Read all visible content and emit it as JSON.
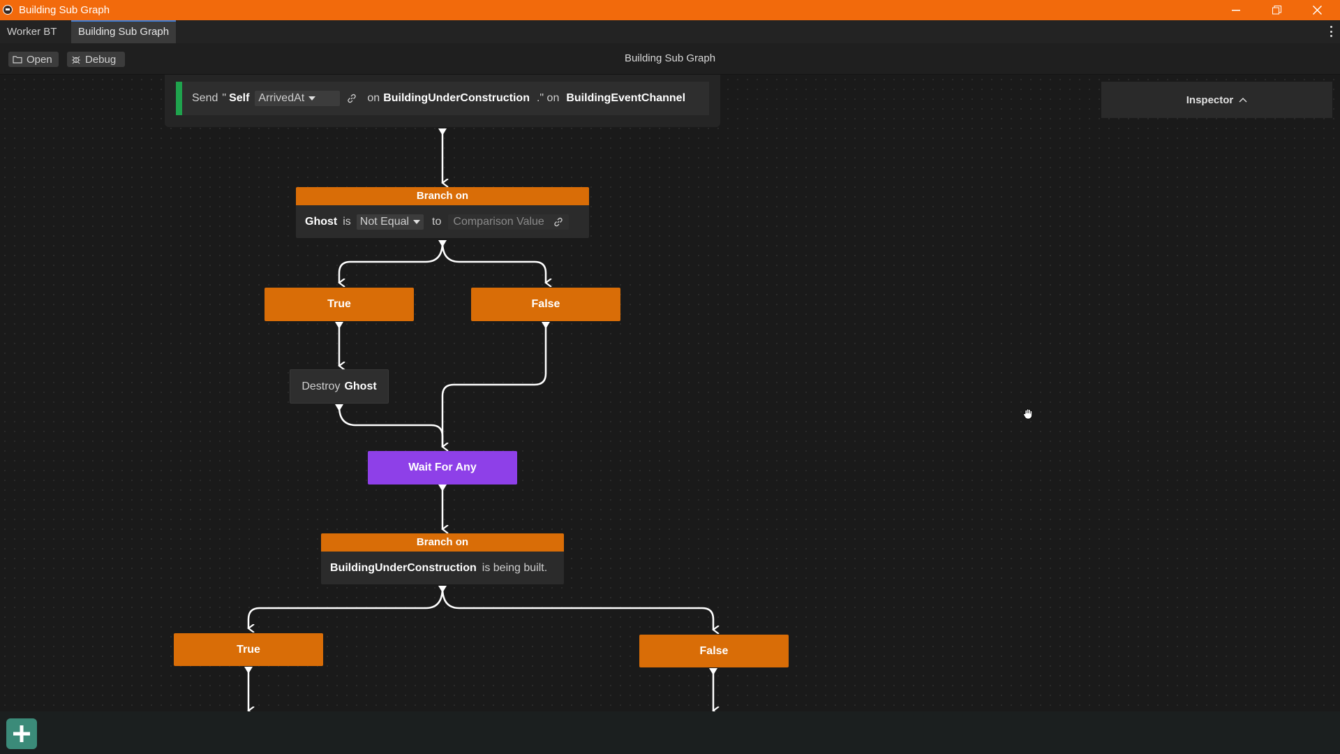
{
  "window": {
    "title": "Building Sub Graph"
  },
  "tabs": [
    {
      "label": "Worker BT"
    },
    {
      "label": "Building Sub Graph"
    }
  ],
  "toolbar": {
    "open_label": "Open",
    "debug_label": "Debug",
    "center_title": "Building Sub Graph"
  },
  "inspector": {
    "label": "Inspector"
  },
  "send_node": {
    "send": "Send",
    "quote_open": "\"",
    "self": "Self",
    "message": "ArrivedAt",
    "on1": "on",
    "target": "BuildingUnderConstruction",
    "quote_close": ".\" on",
    "channel": "BuildingEventChannel"
  },
  "branch1": {
    "header": "Branch on",
    "var": "Ghost",
    "is": "is",
    "operator": "Not Equal",
    "to": "to",
    "compare_placeholder": "Comparison Value"
  },
  "branch1_true": "True",
  "branch1_false": "False",
  "destroy_node": {
    "verb": "Destroy",
    "target": "Ghost"
  },
  "wait_node": "Wait For Any",
  "branch2": {
    "header": "Branch on",
    "var": "BuildingUnderConstruction",
    "text": "is being built."
  },
  "branch2_true": "True",
  "branch2_false": "False",
  "colors": {
    "accent_titlebar": "#f26a0c",
    "node_orange": "#d96d07",
    "node_purple": "#8e40e8",
    "send_bar_green": "#1fa34d",
    "add_button": "#3b8b79"
  }
}
